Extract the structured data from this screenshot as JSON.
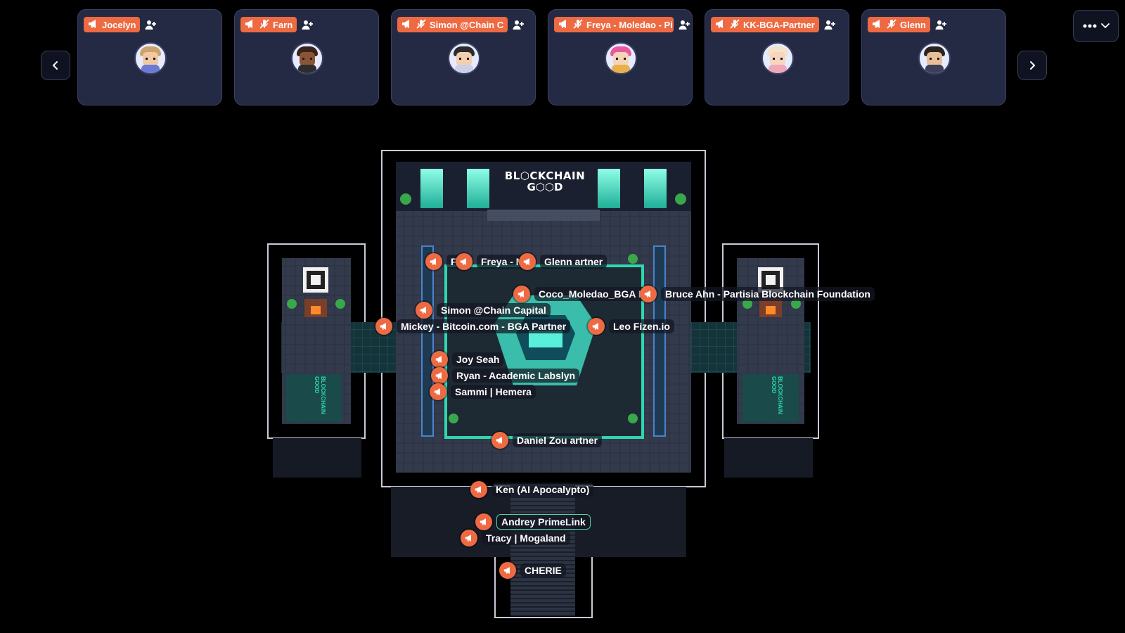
{
  "topbar": {
    "participants": [
      {
        "name": "Jocelyn",
        "muted": false,
        "hair": "#caa46c",
        "skin": "#f1c9a2",
        "shirt": "#6d7bd8"
      },
      {
        "name": "Farn",
        "muted": true,
        "hair": "#3a241a",
        "skin": "#8a5536",
        "shirt": "#2d2d2d"
      },
      {
        "name": "Simon @Chain C",
        "muted": true,
        "hair": "#2c2c2c",
        "skin": "#f3cfae",
        "shirt": "#c9d0e8"
      },
      {
        "name": "Freya - Moledao - Pi",
        "muted": true,
        "hair": "#e85aa0",
        "skin": "#f6d4b8",
        "shirt": "#e9b04a"
      },
      {
        "name": "KK-BGA-Partner",
        "muted": true,
        "hair": "#f4e3c8",
        "skin": "#f6d6be",
        "shirt": "#f0a7b8"
      },
      {
        "name": "Glenn",
        "muted": true,
        "hair": "#2a2420",
        "skin": "#e8bf98",
        "shirt": "#3c3f56"
      }
    ],
    "prev_icon": "chevron-left-icon",
    "next_icon": "chevron-right-icon",
    "more_icon": "more-options-icon"
  },
  "map": {
    "banner_line1": "BL⬡CKCHAIN",
    "banner_line2": "G⬡⬡D",
    "side_sign_text": "BLOCKCHAIN GOOD",
    "labels": [
      {
        "text": "Fa",
        "outlined": false
      },
      {
        "text": "Freya - M",
        "outlined": false
      },
      {
        "text": "Glenn artner",
        "outlined": false
      },
      {
        "text": "Coco_Moledao_BGA P",
        "outlined": false
      },
      {
        "text": "Bruce Ahn - Partisia Blockchain Foundation",
        "outlined": false
      },
      {
        "text": "Simon @Chain Capital",
        "outlined": false
      },
      {
        "text": "Mickey - Bitcoin.com - BGA Partner",
        "outlined": false
      },
      {
        "text": "Leo Fizen.io",
        "outlined": false
      },
      {
        "text": "Joy Seah",
        "outlined": false
      },
      {
        "text": "Ryan - Academic Labslyn",
        "outlined": false
      },
      {
        "text": "Sammi | Hemera",
        "outlined": false
      },
      {
        "text": "Daniel Zou artner",
        "outlined": false
      },
      {
        "text": "Ken (AI Apocalypto)",
        "outlined": false
      },
      {
        "text": "Andrey PrimeLink",
        "outlined": true
      },
      {
        "text": "Tracy | Mogaland",
        "outlined": false
      },
      {
        "text": "CHERIE",
        "outlined": false
      }
    ]
  },
  "colors": {
    "badge": "#ee6a43",
    "card": "#252a44",
    "accent_teal": "#2fd6b0"
  }
}
